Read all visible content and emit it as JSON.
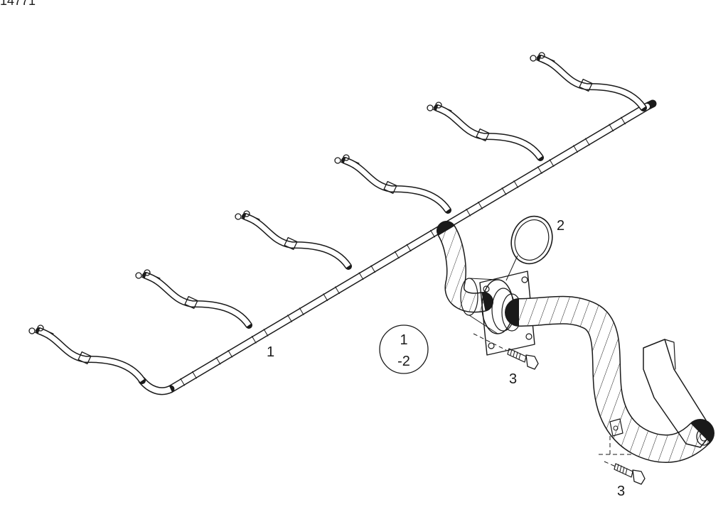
{
  "figure_id": "14771",
  "callouts": {
    "harness": "1",
    "seal_ring": "2",
    "bolt_flange": "3",
    "bolt_bracket": "3"
  },
  "range_badge": {
    "top": "1",
    "bottom": "-2"
  },
  "colors": {
    "line": "#1a1a1a",
    "background": "#ffffff"
  },
  "icons": {
    "connector": "injector-connector-icon",
    "bolt": "bolt-icon",
    "seal": "o-ring-icon"
  }
}
